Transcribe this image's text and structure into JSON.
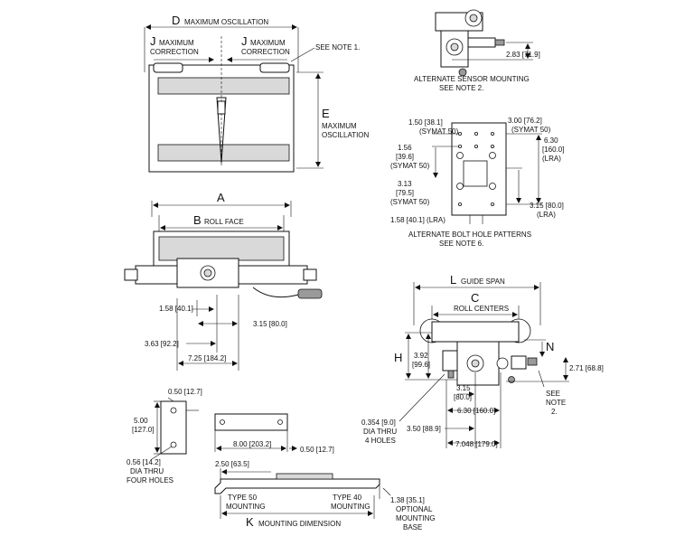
{
  "top_view": {
    "d_letter": "D",
    "d_text": "MAXIMUM OSCILLATION",
    "j_left_letter": "J",
    "j_left_text": [
      "MAXIMUM",
      "CORRECTION"
    ],
    "j_right_letter": "J",
    "j_right_text": [
      "MAXIMUM",
      "CORRECTION"
    ],
    "see_note": "SEE NOTE 1.",
    "e_letter": "E",
    "e_text": [
      "MAXIMUM",
      "OSCILLATION"
    ]
  },
  "side_view": {
    "a_letter": "A",
    "b_letter": "B",
    "b_text": "ROLL FACE",
    "dim_158": "1.58 [40.1]",
    "dim_315": "3.15 [80.0]",
    "dim_363": "3.63 [92.2]",
    "dim_725": "7.25 [184.2]"
  },
  "sensor_mounting": {
    "dim_283": "2.83 [71.9]",
    "caption": [
      "ALTERNATE SENSOR MOUNTING",
      "SEE NOTE 2."
    ]
  },
  "bolt_pattern": {
    "dim_150": [
      "1.50 [38.1]",
      "(SYMAT 50)"
    ],
    "dim_300": [
      "3.00 [76.2]",
      "(SYMAT 50)"
    ],
    "dim_630": [
      "6.30",
      "[160.0]",
      "(LRA)"
    ],
    "dim_156": [
      "1.56",
      "[39.6]",
      "(SYMAT 50)"
    ],
    "dim_313": [
      "3.13",
      "[79.5]",
      "(SYMAT 50)"
    ],
    "dim_315": [
      "3.15 [80.0]",
      "(LRA)"
    ],
    "dim_158": "1.58 [40.1] (LRA)",
    "caption": [
      "ALTERNATE BOLT HOLE PATTERNS",
      "SEE NOTE 6."
    ]
  },
  "end_view": {
    "l_letter": "L",
    "l_text": "GUIDE SPAN",
    "c_letter": "C",
    "c_text": "ROLL CENTERS",
    "h_letter": "H",
    "n_letter": "N",
    "dim_392": [
      "3.92",
      "[99.6]"
    ],
    "dim_271": "2.71 [68.8]",
    "see_note": [
      "SEE",
      "NOTE",
      "2."
    ],
    "dim_315": [
      "3.15",
      "[80.0]"
    ],
    "dim_630": "6.30 [160.0]",
    "dim_354": [
      "0.354 [9.0]",
      "DIA THRU",
      "4 HOLES"
    ],
    "dim_350": "3.50 [88.9]",
    "dim_7048": "7.048 [179.0]"
  },
  "base": {
    "dim_050_top": "0.50 [12.7]",
    "dim_500": [
      "5.00",
      "[127.0]"
    ],
    "dim_056": [
      "0.56 [14.2]",
      "DIA THRU",
      "FOUR HOLES"
    ],
    "dim_800": "8.00 [203.2]",
    "dim_050_right": "0.50 [12.7]",
    "dim_250": "2.50 [63.5]",
    "type50": [
      "TYPE 50",
      "MOUNTING"
    ],
    "type40": [
      "TYPE 40",
      "MOUNTING"
    ],
    "dim_138": [
      "1.38 [35.1]",
      "OPTIONAL",
      "MOUNTING",
      "BASE"
    ],
    "k_letter": "K",
    "k_text": "MOUNTING DIMENSION"
  }
}
